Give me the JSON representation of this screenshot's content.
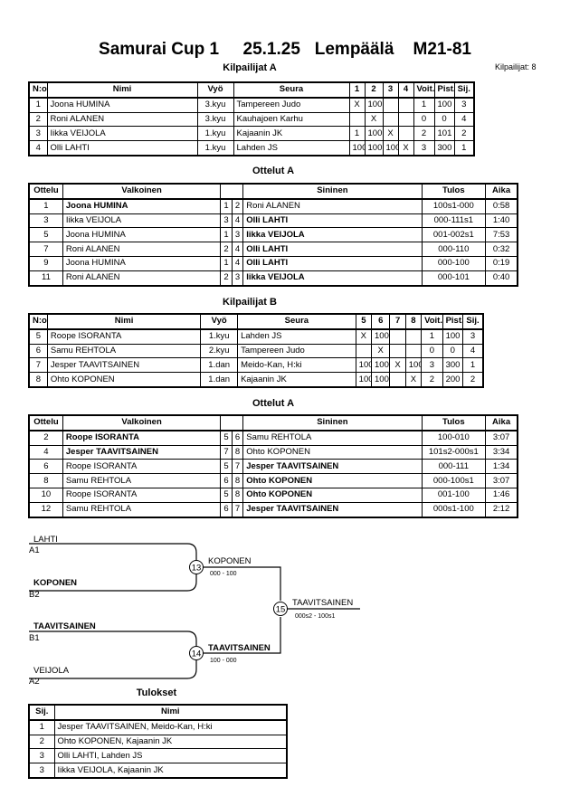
{
  "header": {
    "event": "Samurai Cup 1",
    "date": "25.1.25",
    "place": "Lempäälä",
    "category": "M21-81",
    "competitors_note": "Kilpailijat: 8"
  },
  "pool_a": {
    "title": "Kilpailijat A",
    "headers": [
      "N:o",
      "Nimi",
      "Vyö",
      "Seura",
      "1",
      "2",
      "3",
      "4",
      "Voit.",
      "Pist.",
      "Sij."
    ],
    "rows": [
      {
        "no": "1",
        "name": "Joona HUMINA",
        "belt": "3.kyu",
        "club": "Tampereen Judo",
        "r1": "X",
        "r2": "100",
        "r3": "",
        "r4": "",
        "wins": "1",
        "points": "100",
        "rank": "3"
      },
      {
        "no": "2",
        "name": "Roni ALANEN",
        "belt": "3.kyu",
        "club": "Kauhajoen Karhu",
        "r1": "",
        "r2": "X",
        "r3": "",
        "r4": "",
        "wins": "0",
        "points": "0",
        "rank": "4"
      },
      {
        "no": "3",
        "name": "Iikka VEIJOLA",
        "belt": "1.kyu",
        "club": "Kajaanin JK",
        "r1": "1",
        "r2": "100",
        "r3": "X",
        "r4": "",
        "wins": "2",
        "points": "101",
        "rank": "2"
      },
      {
        "no": "4",
        "name": "Olli LAHTI",
        "belt": "1.kyu",
        "club": "Lahden JS",
        "r1": "100",
        "r2": "100",
        "r3": "100",
        "r4": "X",
        "wins": "3",
        "points": "300",
        "rank": "1"
      }
    ]
  },
  "matches_a": {
    "title": "Ottelut A",
    "headers": [
      "Ottelu",
      "Valkoinen",
      "Sininen",
      "Tulos",
      "Aika"
    ],
    "rows": [
      {
        "match": "1",
        "white": "Joona HUMINA",
        "wn": "1",
        "bn": "2",
        "blue": "Roni ALANEN",
        "result": "100s1-000",
        "time": "0:58",
        "winner": "white"
      },
      {
        "match": "3",
        "white": "Iikka VEIJOLA",
        "wn": "3",
        "bn": "4",
        "blue": "Olli LAHTI",
        "result": "000-111s1",
        "time": "1:40",
        "winner": "blue"
      },
      {
        "match": "5",
        "white": "Joona HUMINA",
        "wn": "1",
        "bn": "3",
        "blue": "Iikka VEIJOLA",
        "result": "001-002s1",
        "time": "7:53",
        "winner": "blue"
      },
      {
        "match": "7",
        "white": "Roni ALANEN",
        "wn": "2",
        "bn": "4",
        "blue": "Olli LAHTI",
        "result": "000-110",
        "time": "0:32",
        "winner": "blue"
      },
      {
        "match": "9",
        "white": "Joona HUMINA",
        "wn": "1",
        "bn": "4",
        "blue": "Olli LAHTI",
        "result": "000-100",
        "time": "0:19",
        "winner": "blue"
      },
      {
        "match": "11",
        "white": "Roni ALANEN",
        "wn": "2",
        "bn": "3",
        "blue": "Iikka VEIJOLA",
        "result": "000-101",
        "time": "0:40",
        "winner": "blue"
      }
    ]
  },
  "pool_b": {
    "title": "Kilpailijat B",
    "headers": [
      "N:o",
      "Nimi",
      "Vyö",
      "Seura",
      "5",
      "6",
      "7",
      "8",
      "Voit.",
      "Pist.",
      "Sij."
    ],
    "rows": [
      {
        "no": "5",
        "name": "Roope ISORANTA",
        "belt": "1.kyu",
        "club": "Lahden JS",
        "r1": "X",
        "r2": "100",
        "r3": "",
        "r4": "",
        "wins": "1",
        "points": "100",
        "rank": "3"
      },
      {
        "no": "6",
        "name": "Samu REHTOLA",
        "belt": "2.kyu",
        "club": "Tampereen Judo",
        "r1": "",
        "r2": "X",
        "r3": "",
        "r4": "",
        "wins": "0",
        "points": "0",
        "rank": "4"
      },
      {
        "no": "7",
        "name": "Jesper TAAVITSAINEN",
        "belt": "1.dan",
        "club": "Meido-Kan, H:ki",
        "r1": "100",
        "r2": "100",
        "r3": "X",
        "r4": "100",
        "wins": "3",
        "points": "300",
        "rank": "1"
      },
      {
        "no": "8",
        "name": "Ohto KOPONEN",
        "belt": "1.dan",
        "club": "Kajaanin JK",
        "r1": "100",
        "r2": "100",
        "r3": "",
        "r4": "X",
        "wins": "2",
        "points": "200",
        "rank": "2"
      }
    ]
  },
  "matches_b": {
    "title": "Ottelut A",
    "headers": [
      "Ottelu",
      "Valkoinen",
      "Sininen",
      "Tulos",
      "Aika"
    ],
    "rows": [
      {
        "match": "2",
        "white": "Roope ISORANTA",
        "wn": "5",
        "bn": "6",
        "blue": "Samu REHTOLA",
        "result": "100-010",
        "time": "3:07",
        "winner": "white"
      },
      {
        "match": "4",
        "white": "Jesper TAAVITSAINEN",
        "wn": "7",
        "bn": "8",
        "blue": "Ohto KOPONEN",
        "result": "101s2-000s1",
        "time": "3:34",
        "winner": "white"
      },
      {
        "match": "6",
        "white": "Roope ISORANTA",
        "wn": "5",
        "bn": "7",
        "blue": "Jesper TAAVITSAINEN",
        "result": "000-111",
        "time": "1:34",
        "winner": "blue"
      },
      {
        "match": "8",
        "white": "Samu REHTOLA",
        "wn": "6",
        "bn": "8",
        "blue": "Ohto KOPONEN",
        "result": "000-100s1",
        "time": "3:07",
        "winner": "blue"
      },
      {
        "match": "10",
        "white": "Roope ISORANTA",
        "wn": "5",
        "bn": "8",
        "blue": "Ohto KOPONEN",
        "result": "001-100",
        "time": "1:46",
        "winner": "blue"
      },
      {
        "match": "12",
        "white": "Samu REHTOLA",
        "wn": "6",
        "bn": "7",
        "blue": "Jesper TAAVITSAINEN",
        "result": "000s1-100",
        "time": "2:12",
        "winner": "blue"
      }
    ]
  },
  "bracket": {
    "semi1": {
      "top": "LAHTI",
      "top_seed": "A1",
      "bottom": "KOPONEN",
      "bottom_seed": "B2",
      "match_no": "13",
      "winner": "KOPONEN",
      "score": "000 - 100"
    },
    "semi2": {
      "top": "TAAVITSAINEN",
      "top_seed": "B1",
      "bottom": "VEIJOLA",
      "bottom_seed": "A2",
      "match_no": "14",
      "winner": "TAAVITSAINEN",
      "score": "100 - 000"
    },
    "final": {
      "match_no": "15",
      "winner": "TAAVITSAINEN",
      "score": "000s2 - 100s1"
    }
  },
  "results": {
    "title": "Tulokset",
    "headers": [
      "Sij.",
      "Nimi"
    ],
    "rows": [
      {
        "rank": "1",
        "name": "Jesper TAAVITSAINEN, Meido-Kan, H:ki"
      },
      {
        "rank": "2",
        "name": "Ohto KOPONEN, Kajaanin JK"
      },
      {
        "rank": "3",
        "name": "Olli LAHTI, Lahden JS"
      },
      {
        "rank": "3",
        "name": "Iikka VEIJOLA, Kajaanin JK"
      }
    ]
  }
}
